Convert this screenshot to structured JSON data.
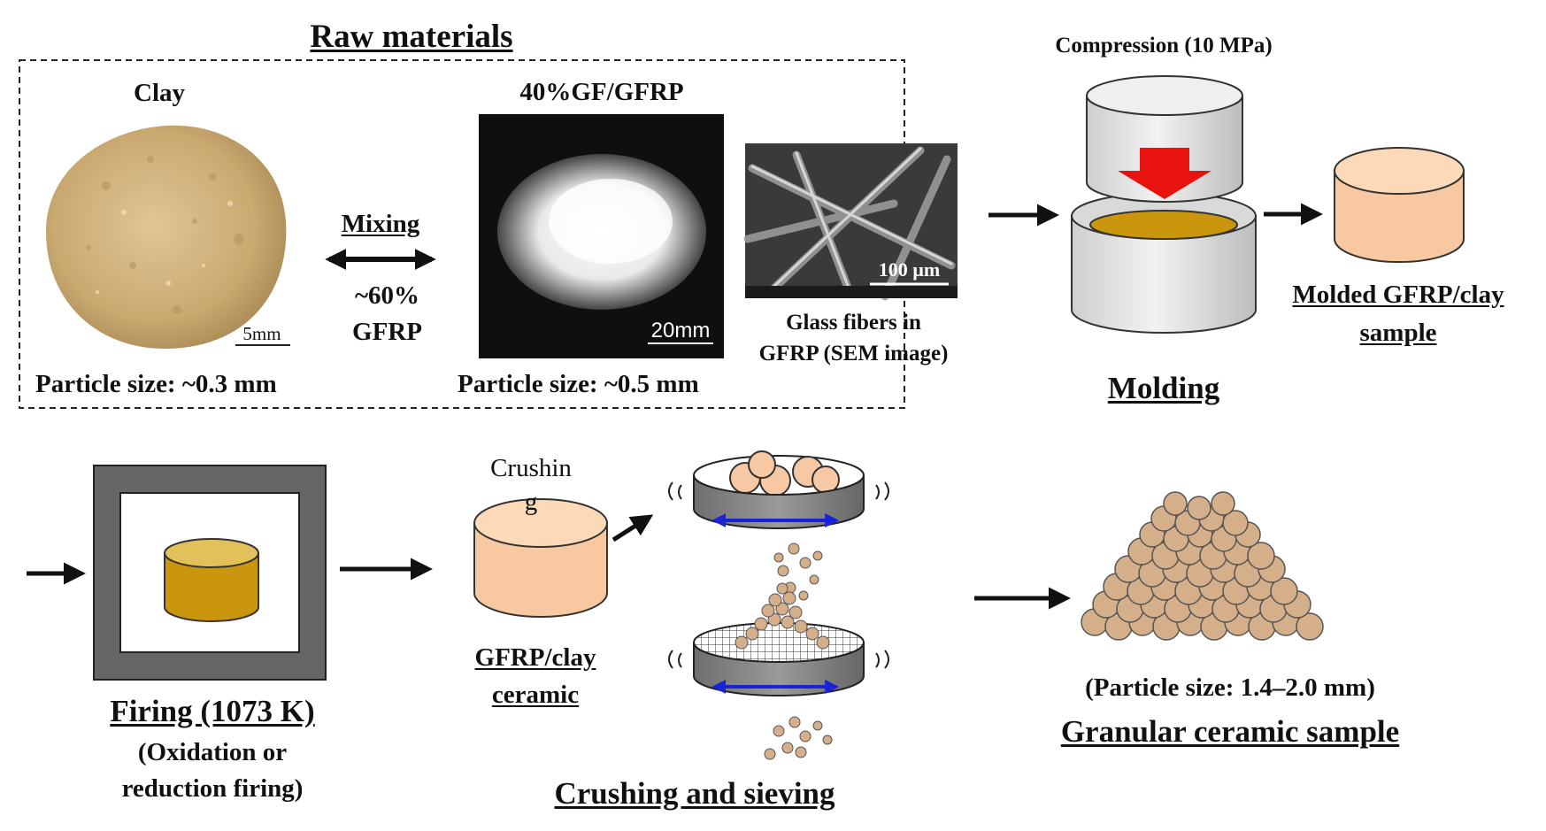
{
  "raw_materials": {
    "title": "Raw materials",
    "clay": {
      "label": "Clay",
      "scale": "5mm",
      "particle_size": "Particle size: ~0.3 mm"
    },
    "mixing": {
      "label": "Mixing",
      "ratio": "~60%",
      "ratio_material": "GFRP"
    },
    "gfrp": {
      "label": "40%GF/GFRP",
      "scale": "20mm",
      "particle_size": "Particle size: ~0.5 mm"
    },
    "sem": {
      "scale": "100 µm",
      "caption_line1": "Glass fibers in",
      "caption_line2": "GFRP (SEM image)"
    }
  },
  "molding": {
    "compression": "Compression (10 MPa)",
    "title": "Molding",
    "sample_line1": "Molded GFRP/clay",
    "sample_line2": "sample"
  },
  "firing": {
    "title": "Firing (1073 K)",
    "sub_line1": "(Oxidation or",
    "sub_line2": "reduction firing)"
  },
  "crushing": {
    "label_line1": "Crushin",
    "label_line2": "g",
    "ceramic_line1": "GFRP/clay",
    "ceramic_line2": "ceramic",
    "title": "Crushing and sieving"
  },
  "granular": {
    "particle_size": "(Particle size: 1.4–2.0 mm)",
    "title": "Granular ceramic sample"
  },
  "colors": {
    "clay": "#cdb07e",
    "sample_light": "#f8c9a0",
    "fired": "#c9960e",
    "fired_top": "#e2c15a",
    "arrow_red": "#e8130f",
    "sieve_arrow": "#1a22d8",
    "furnace": "#666666",
    "cylinder": "#e4e4e4",
    "particle": "#d5ae8a"
  }
}
